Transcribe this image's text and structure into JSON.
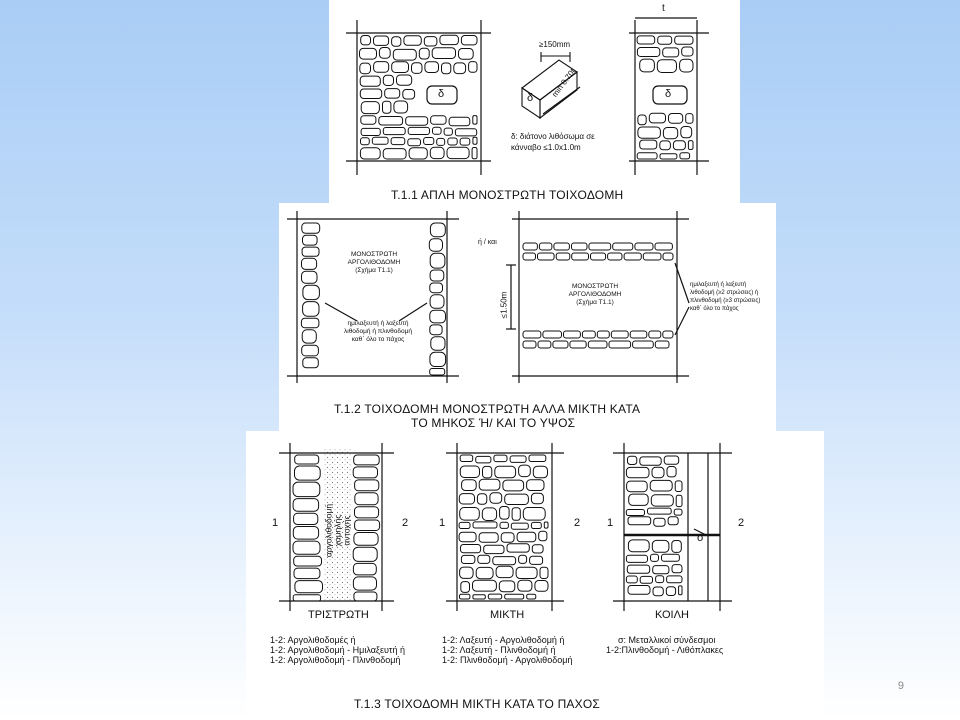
{
  "panel1": {
    "caption": "Τ.1.1 ΑΠΛΗ ΜΟΝΟΣΤΡΩΤΗ ΤΟΙΧΟΔΟΜΗ",
    "dim_top": "≥150mm",
    "dim_side": "min 0.70t",
    "delta": "δ",
    "note_line1": "δ: διάτονο λιθόσωμα σε",
    "note_line2": "κάνναβο ≤1.0x1.0m",
    "thickness": "t"
  },
  "panel2": {
    "caption_line1": "Τ.1.2 ΤΟΙΧΟΔΟΜΗ ΜΟΝΟΣΤΡΩΤΗ ΑΛΛΑ ΜΙΚΤΗ ΚΑΤΑ",
    "caption_line2": "ΤΟ ΜΗΚΟΣ Ή/ ΚΑΙ ΤΟ ΥΨΟΣ",
    "or_and": "ή / και",
    "left_center_1": "ΜΟΝΟΣΤΡΩΤΗ",
    "left_center_2": "ΑΡΓΟΛΙΘΟΔΟΜΗ",
    "left_center_3": "(Σχήμα Τ1.1)",
    "left_note_1": "ημιλαξευτή ή λαξευτή",
    "left_note_2": "λιθοδομή ή πλινθοδομή",
    "left_note_3": "καθ΄ όλο το πάχος",
    "right_center_1": "ΜΟΝΟΣΤΡΩΤΗ",
    "right_center_2": "ΑΡΓΟΛΙΘΟΔΟΜΗ",
    "right_center_3": "(Σχήμα Τ1.1)",
    "right_note_1": "ημιλαξευτή ή λαξευτή",
    "right_note_2": "λιθοδομή (≥2 στρώσεις) ή",
    "right_note_3": "πλινθοδομή (≥3 στρώσεις)",
    "right_note_4": "καθ΄ όλο το πάχος",
    "height_dim": "≤1.50m"
  },
  "panel3": {
    "caption": "Τ.1.3 ΤΟΙΧΟΔΟΜΗ ΜΙΚΤΗ ΚΑΤΑ ΤΟ ΠΑΧΟΣ",
    "face1": "1",
    "face2": "2",
    "core_text_1": "αργολιθοδομή",
    "core_text_2": "χαμηλής",
    "core_text_3": "αντοχής",
    "sigma": "σ",
    "types": [
      "ΤΡΙΣΤΡΩΤΗ",
      "ΜΙΚΤΗ",
      "ΚΟΙΛΗ"
    ],
    "legend_a": [
      "1-2: Αργολιθοδομές ή",
      "1-2: Αργολιθοδομή - Ημιλαξευτή ή",
      "1-2: Αργολιθοδομή - Πλινθοδομή"
    ],
    "legend_b": [
      "1-2: Λαξευτή - Αργολιθοδομή ή",
      "1-2: Λαξευτή - Πλινθοδομή ή",
      "1-2: Πλινθοδομή - Αργολιθοδομή"
    ],
    "legend_c": [
      "σ: Μεταλλικοί σύνδεσμοι",
      "1-2:Πλινθοδομή - Λιθόπλακες"
    ]
  },
  "page_number": "9"
}
